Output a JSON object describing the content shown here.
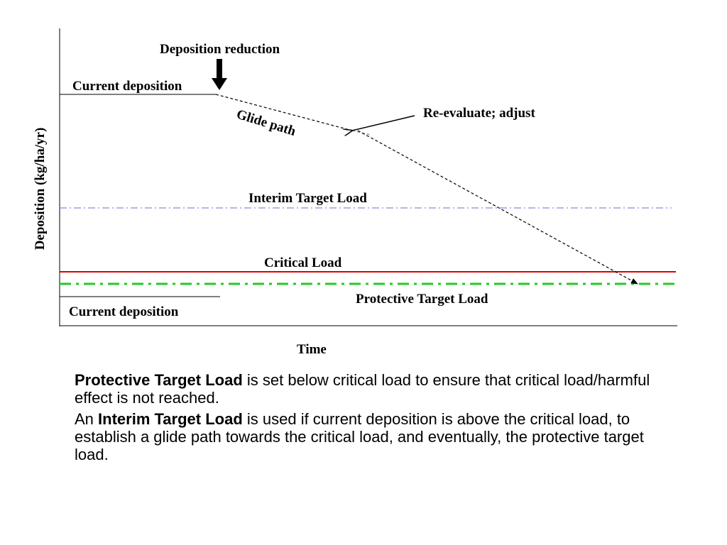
{
  "diagram": {
    "y_axis_label": "Deposition (kg/ha/yr)",
    "x_axis_label": "Time",
    "deposition_reduction_label": "Deposition reduction",
    "current_deposition_high_label": "Current deposition",
    "current_deposition_low_label": "Current deposition",
    "glide_path_label": "Glide path",
    "reevaluate_label": "Re-evaluate; adjust",
    "interim_target_label": "Interim Target Load",
    "critical_load_label": "Critical Load",
    "protective_target_label": "Protective Target Load",
    "colors": {
      "axis": "#000000",
      "interim_target_line": "#8a8ad8",
      "critical_load_line": "#e00000",
      "protective_target_line": "#22cc22",
      "glide_path_line": "#000000"
    }
  },
  "caption": {
    "p1_bold": "Protective Target Load",
    "p1_rest": " is set below critical load to ensure that critical load/harmful effect is not reached.",
    "p2_lead": "An ",
    "p2_bold": "Interim Target Load",
    "p2_rest": " is used if current deposition is above the critical load, to establish a glide path towards the critical load, and eventually, the protective target load."
  }
}
